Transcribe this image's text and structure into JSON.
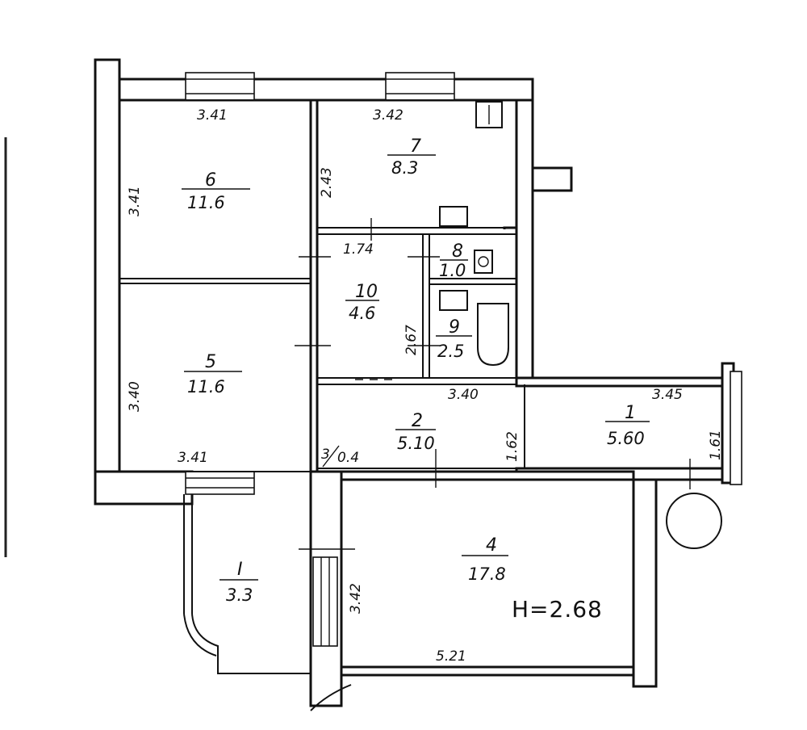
{
  "plan": {
    "ceiling_height": "H=2.68",
    "rooms": [
      {
        "number": "6",
        "area": "11.6"
      },
      {
        "number": "7",
        "area": "8.3"
      },
      {
        "number": "8",
        "area": "1.0"
      },
      {
        "number": "10",
        "area": "4.6"
      },
      {
        "number": "9",
        "area": "2.5"
      },
      {
        "number": "5",
        "area": "11.6"
      },
      {
        "number": "2",
        "area": "5.10"
      },
      {
        "number": "1",
        "area": "5.60"
      },
      {
        "number": "3",
        "area": "0.4"
      },
      {
        "number": "I",
        "area": "3.3"
      },
      {
        "number": "4",
        "area": "17.8"
      }
    ],
    "dimensions": [
      "3.41",
      "3.41",
      "3.42",
      "2.43",
      "1.74",
      "2.67",
      "3.40",
      "3.41",
      "3.40",
      "1.62",
      "3.45",
      "1.61",
      "3.42",
      "5.21"
    ]
  }
}
